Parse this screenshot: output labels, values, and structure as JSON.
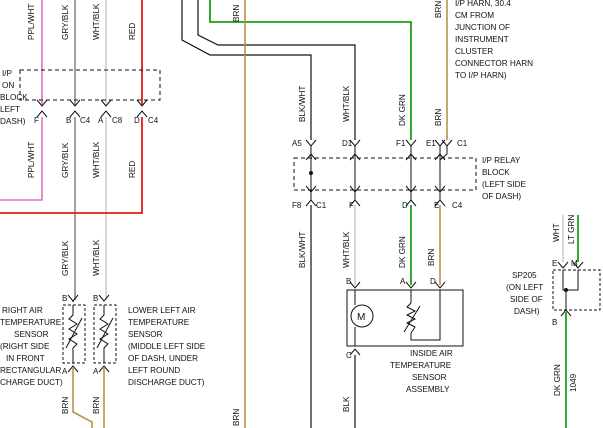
{
  "colors": {
    "black": "#111111",
    "green": "#1aa01a",
    "brown": "#b9924a",
    "gray": "#8a8a8a",
    "red": "#e01b1b",
    "pink": "#e070c8",
    "white": "#cfcfcf"
  },
  "wires": {
    "ppl_wht_top": "PPL/WHT",
    "gry_blk_top": "GRY/BLK",
    "wht_blk_top": "WHT/BLK",
    "red_top": "RED",
    "ppl_wht_mid": "PPL/WHT",
    "gry_blk_mid": "GRY/BLK",
    "wht_blk_mid": "WHT/BLK",
    "red_mid": "RED",
    "gry_blk_low": "GRY/BLK",
    "wht_blk_low": "WHT/BLK",
    "brn_bot_1": "BRN",
    "brn_bot_2": "BRN",
    "brn_top_center": "BRN",
    "brn_center_bottom": "BRN",
    "blk_wht_upper": "BLK/WHT",
    "wht_blk_upper": "WHT/BLK",
    "dk_grn_upper": "DK GRN",
    "brn_upper": "BRN",
    "blk_wht_lower": "BLK/WHT",
    "wht_blk_lower": "WHT/BLK",
    "dk_grn_lower": "DK GRN",
    "brn_lower": "BRN",
    "brn_top_right": "BRN",
    "blk_bottom": "BLK",
    "wht_right": "WHT",
    "lt_grn_right": "LT GRN",
    "dk_grn_right": "DK GRN",
    "circuit_1049": "1049"
  },
  "pins": {
    "ip_conn_top": [
      "F",
      "B",
      "C4",
      "A",
      "C8",
      "D",
      "C4"
    ],
    "relay_top": [
      "A5",
      "D1",
      "F1",
      "E1",
      "C1"
    ],
    "relay_bottom": [
      "F8",
      "C1",
      "F",
      "D",
      "E",
      "C4"
    ],
    "assembly_top": [
      "B",
      "A",
      "D"
    ],
    "assembly_bottom": "C",
    "sensor_top": [
      "B",
      "B"
    ],
    "sensor_bottom": [
      "A",
      "A"
    ],
    "splice": [
      "E",
      "M",
      "B"
    ]
  },
  "labels": {
    "ip_connector_left": [
      "I/P",
      "ON",
      "BLOCK",
      "LEFT",
      "DASH)"
    ],
    "harness_note": [
      "I/P HARN, 30.4",
      "CM FROM",
      "JUNCTION OF",
      "INSTRUMENT",
      "CLUSTER",
      "CONNECTOR HARN",
      "TO I/P HARN)"
    ],
    "relay_block": [
      "I/P RELAY",
      "BLOCK",
      "(LEFT SIDE",
      "OF DASH)"
    ],
    "right_sensor": [
      "RIGHT AIR",
      "TEMPERATURE",
      "SENSOR",
      "(RIGHT SIDE",
      "IN FRONT",
      "RECTANGULAR",
      "CHARGE DUCT)"
    ],
    "left_sensor": [
      "LOWER LEFT AIR",
      "TEMPERATURE",
      "SENSOR",
      "(MIDDLE LEFT SIDE",
      "OF DASH, UNDER",
      "LEFT ROUND",
      "DISCHARGE DUCT)"
    ],
    "inside_sensor": [
      "INSIDE AIR",
      "TEMPERATURE",
      "SENSOR",
      "ASSEMBLY"
    ],
    "splice": [
      "SP205",
      "(ON LEFT",
      "SIDE OF",
      "DASH)"
    ],
    "motor_symbol": "M"
  }
}
